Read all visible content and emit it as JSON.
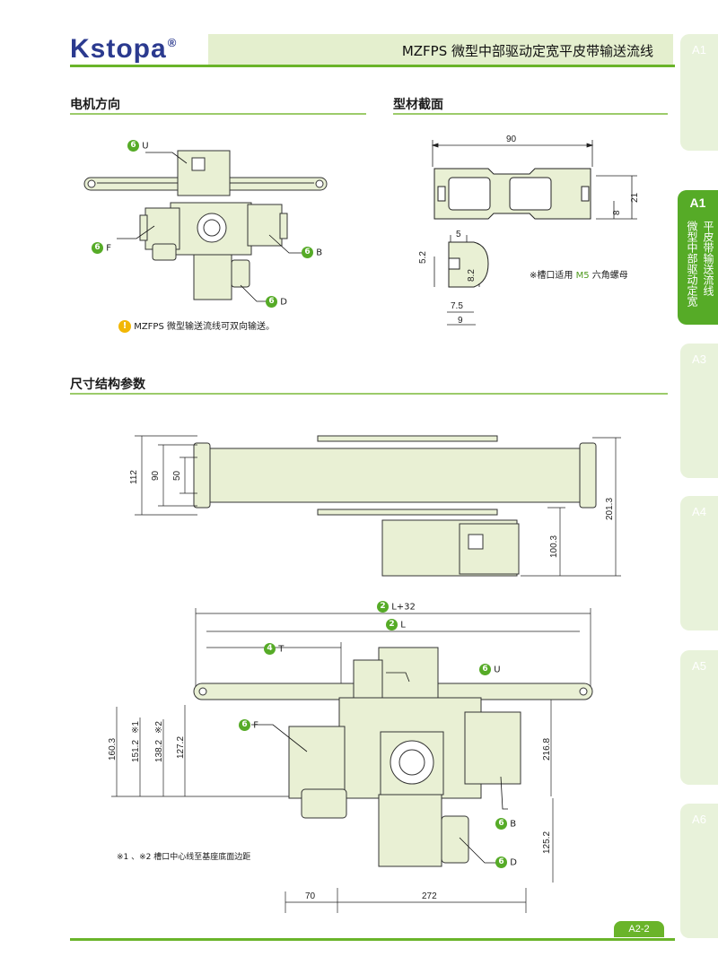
{
  "header": {
    "brand": "Kstopa",
    "registered": "®",
    "title": "MZFPS 微型中部驱动定宽平皮带输送流线"
  },
  "side_tabs": {
    "tab_a1_top": "A1",
    "active_code": "A1",
    "active_text_1": "平皮带输送流线",
    "active_text_2": "微型中部驱动定宽",
    "tab_a3": "A3",
    "tab_a4": "A4",
    "tab_a5": "A5",
    "tab_a6": "A6"
  },
  "section_motor": {
    "heading": "电机方向",
    "labels": {
      "u": "U",
      "f": "F",
      "b": "B",
      "d": "D",
      "num": "6"
    },
    "note": "MZFPS 微型输送流线可双向输送。"
  },
  "section_profile": {
    "heading": "型材截面",
    "dims": {
      "w90": "90",
      "h21": "21",
      "h8": "8",
      "d5": "5",
      "d52": "5.2",
      "d82": "8.2",
      "d75": "7.5",
      "d9": "9"
    },
    "note": "※槽口适用 M5 六角螺母",
    "note_pre": "※槽口适用 ",
    "note_m5": "M5",
    "note_post": " 六角螺母"
  },
  "section_dims": {
    "heading": "尺寸结构参数",
    "top_view": {
      "d112": "112",
      "d90": "90",
      "d50": "50",
      "d2013": "201.3",
      "d1003": "100.3"
    },
    "front_view": {
      "l32": "L+32",
      "l": "L",
      "t": "T",
      "num2": "2",
      "num4": "4",
      "num6": "6",
      "u": "U",
      "f": "F",
      "b": "B",
      "d": "D",
      "d1603": "160.3",
      "d1512": "151.2",
      "d1382": "138.2",
      "d1272": "127.2",
      "sup1": "※1",
      "sup2": "※2",
      "d2168": "216.8",
      "d1252": "125.2",
      "d70": "70",
      "d272": "272"
    },
    "footnote": "※1 、※2 槽口中心线至基座底面边距"
  },
  "footer": {
    "page": "A2-2"
  },
  "colors": {
    "accent": "#6ab42a",
    "body_fill": "#e9f0d4",
    "tab_bg": "#e8f2da"
  }
}
